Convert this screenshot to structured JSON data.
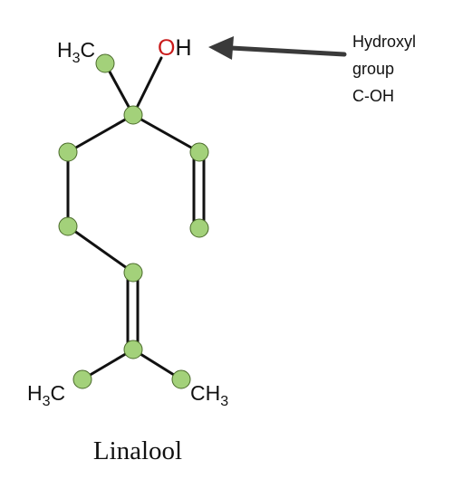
{
  "diagram": {
    "title": "Linalool",
    "labels": {
      "methyl_top": {
        "base": "H",
        "sub": "3",
        "tail": "C"
      },
      "hydroxyl": {
        "o": "O",
        "h": "H"
      },
      "methyl_left": {
        "base": "H",
        "sub": "3",
        "tail": "C"
      },
      "methyl_right": {
        "base": "CH",
        "sub": "3"
      }
    },
    "annotation": {
      "line1": "Hydroxyl",
      "line2": "group",
      "line3": "C-OH"
    },
    "colors": {
      "atom_fill": "#a3d17a",
      "atom_stroke": "#4a6a2a",
      "bond": "#111111",
      "oxygen": "#c91a1a",
      "arrow": "#3a3a3a",
      "text": "#111111"
    }
  }
}
